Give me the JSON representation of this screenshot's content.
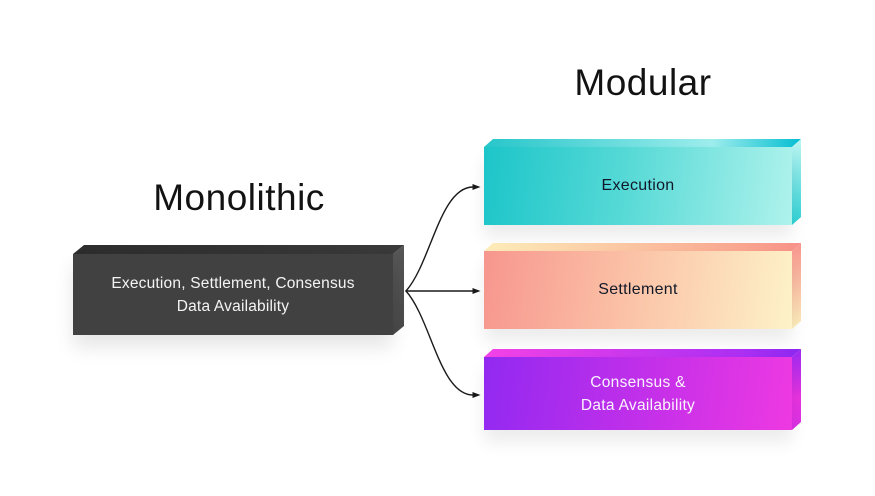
{
  "monolithic": {
    "title": "Monolithic",
    "box": {
      "label_line1": "Execution, Settlement, Consensus",
      "label_line2": "Data Availability",
      "front_color": "#414141",
      "text_color": "#f4f4f4"
    }
  },
  "modular": {
    "title": "Modular",
    "boxes": [
      {
        "name": "execution",
        "label_line1": "Execution",
        "gradient_from": "#1cc5c9",
        "gradient_to": "#aff2ec",
        "text_color": "#101828"
      },
      {
        "name": "settlement",
        "label_line1": "Settlement",
        "gradient_from": "#f7968e",
        "gradient_to": "#fdf2c8",
        "text_color": "#101828"
      },
      {
        "name": "consensus",
        "label_line1": "Consensus &",
        "label_line2": "Data Availability",
        "gradient_from": "#9229f1",
        "gradient_to": "#ee39e2",
        "text_color": "#faf3fe"
      }
    ]
  },
  "arrows": {
    "color": "#1a1a1a",
    "count": 3
  }
}
